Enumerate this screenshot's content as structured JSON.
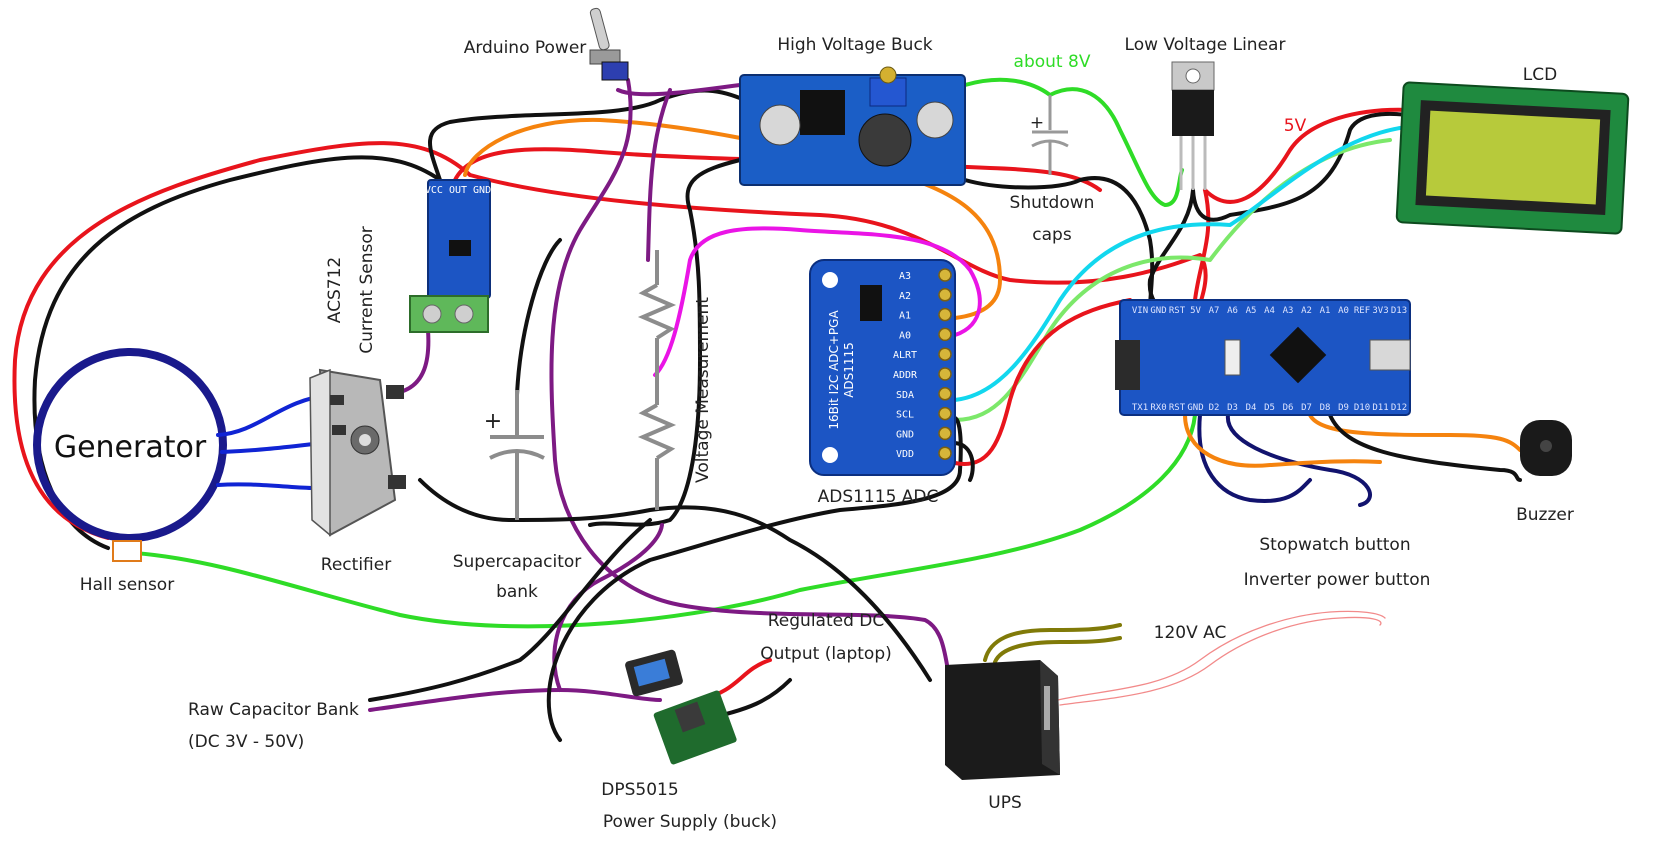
{
  "labels": {
    "arduino_power": "Arduino Power",
    "high_voltage_buck": "High Voltage Buck",
    "about_8v": "about 8V",
    "low_voltage_linear": "Low Voltage Linear",
    "lcd": "LCD",
    "five_v": "5V",
    "current_sensor_line1": "ACS712",
    "current_sensor_line2": "Current Sensor",
    "shutdown_caps_line1": "Shutdown",
    "shutdown_caps_line2": "caps",
    "generator": "Generator",
    "rectifier": "Rectifier",
    "supercap_line1": "Supercapacitor",
    "supercap_line2": "bank",
    "voltage_measurement": "Voltage Measurement",
    "ads_adc": "ADS1115 ADC",
    "ads_board_text_1": "16Bit I2C ADC+PGA",
    "ads_board_text_2": "ADS1115",
    "hall_sensor": "Hall sensor",
    "stopwatch_button": "Stopwatch button",
    "inverter_power_button": "Inverter power button",
    "buzzer": "Buzzer",
    "regulated_dc_line1": "Regulated DC",
    "regulated_dc_line2": "Output (laptop)",
    "ac_120v": "120V AC",
    "raw_cap_line1": "Raw Capacitor Bank",
    "raw_cap_line2": "(DC 3V - 50V)",
    "dps_line1": "DPS5015",
    "dps_line2": "Power Supply (buck)",
    "ups": "UPS",
    "plus_sign": "+"
  },
  "ads_pins": [
    "A3",
    "A2",
    "A1",
    "A0",
    "ALRT",
    "ADDR",
    "SDA",
    "SCL",
    "GND",
    "VDD"
  ],
  "nano_top_pins": [
    "D12",
    "D11",
    "D10",
    "D9",
    "D8",
    "D7",
    "D6",
    "D5",
    "D4",
    "D3",
    "D2",
    "GND",
    "RST",
    "RX0",
    "TX1"
  ],
  "nano_bottom_pins": [
    "D13",
    "3V3",
    "REF",
    "A0",
    "A1",
    "A2",
    "A3",
    "A4",
    "A5",
    "A6",
    "A7",
    "5V",
    "RST",
    "GND",
    "VIN"
  ],
  "colors": {
    "red": "#e8141c",
    "black": "#111111",
    "orange": "#f5830e",
    "purple": "#7d1a83",
    "green": "#2fdc27",
    "light_green": "#7ce86a",
    "cyan": "#12d7ee",
    "magenta": "#ea14e6",
    "blue": "#1024d4",
    "navy": "#12136e",
    "olive": "#807a08",
    "pink": "#f28a8a",
    "gray_wire": "#777777",
    "board_blue": "#1c55c4",
    "lcd_green": "#b7ca3b"
  },
  "icons": [
    "toggle-switch-icon",
    "capacitor-icon",
    "resistor-icon",
    "buzzer-icon",
    "ups-icon",
    "power-supply-icon",
    "rectifier-icon",
    "voltage-regulator-icon"
  ]
}
